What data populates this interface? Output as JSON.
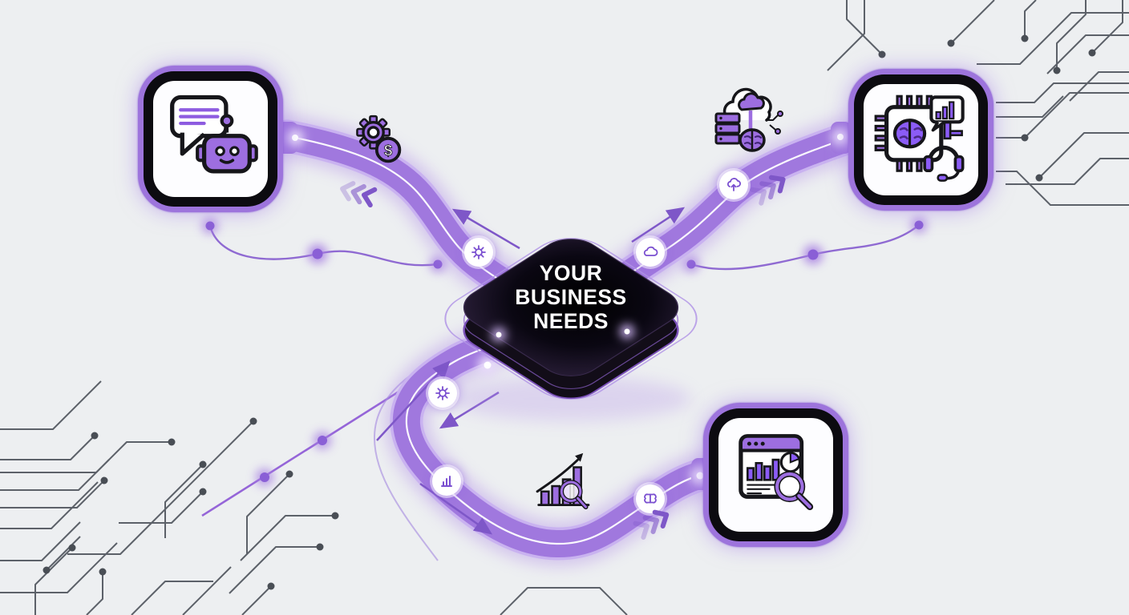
{
  "center": {
    "label": "YOUR\nBUSINESS\nNEEDS"
  },
  "colors": {
    "background": "#edeff1",
    "accent_purple": "#8b5cf6",
    "road_purple": "#a078de",
    "road_rim": "#c9b2f0",
    "node_border_purple": "#9d74dc",
    "node_border_black": "#0c0b10",
    "ink": "#16161a",
    "circuit_gray": "#5c6169",
    "diamond_black": "#0a0710",
    "label_white": "#ffffff"
  },
  "nodes": [
    {
      "id": "chatbot",
      "icon": "chatbot-speech-bubble-icon"
    },
    {
      "id": "ai-chip",
      "icon": "ai-chip-brain-headset-icon"
    },
    {
      "id": "analytics",
      "icon": "analytics-dashboard-magnifier-icon"
    }
  ],
  "path_icons": [
    {
      "id": "gear-dollar",
      "icon": "gear-dollar-icon",
      "dollar": "$"
    },
    {
      "id": "cloud-data",
      "icon": "cloud-server-brain-icon"
    },
    {
      "id": "growth-chart",
      "icon": "growth-chart-magnifier-icon"
    }
  ],
  "badges": [
    {
      "icon": "gear-badge-icon"
    },
    {
      "icon": "cloud-upload-badge-icon"
    },
    {
      "icon": "cloud-badge-icon"
    },
    {
      "icon": "gear-badge-icon"
    },
    {
      "icon": "bar-chart-badge-icon"
    },
    {
      "icon": "brain-badge-icon"
    }
  ]
}
